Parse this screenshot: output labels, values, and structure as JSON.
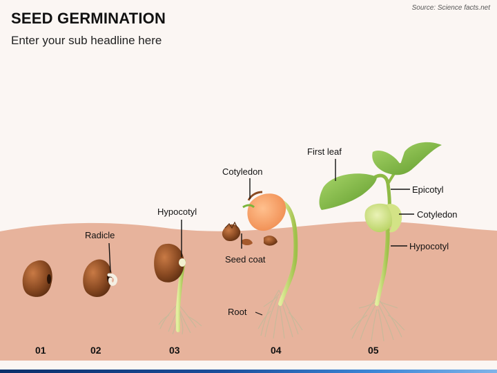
{
  "title": "SEED GERMINATION",
  "subtitle": "Enter your sub headline here",
  "source": "Source: Science facts.net",
  "stages": [
    {
      "number": "01"
    },
    {
      "number": "02"
    },
    {
      "number": "03"
    },
    {
      "number": "04"
    },
    {
      "number": "05"
    }
  ],
  "labels": {
    "radicle": "Radicle",
    "hypocotyl_3": "Hypocotyl",
    "cotyledon_4": "Cotyledon",
    "seed_coat": "Seed coat",
    "root": "Root",
    "first_leaf": "First leaf",
    "epicotyl": "Epicotyl",
    "cotyledon_5": "Cotyledon",
    "hypocotyl_5": "Hypocotyl"
  },
  "colors": {
    "soil": "#e7b39c",
    "seed": "#8a4a22",
    "cotyledon_orange": "#f49a64",
    "cotyledon_green": "#c9dd7a",
    "stem": "#b9d36a",
    "leaf": "#7ab53a",
    "root": "#c8b99a",
    "accent_bar": "#1c4f9c"
  }
}
